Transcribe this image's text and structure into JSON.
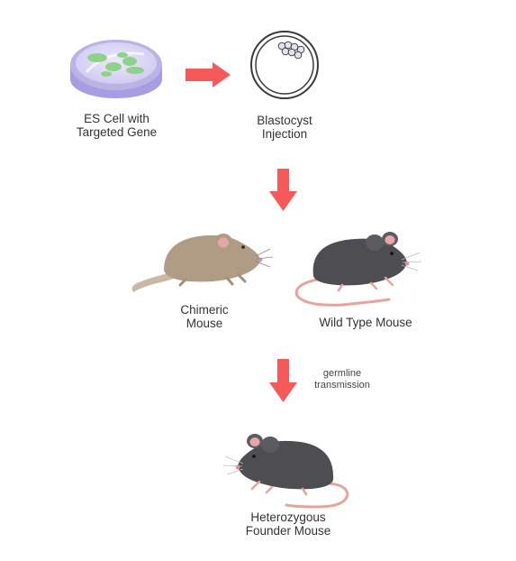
{
  "labels": {
    "es_cell": "ES Cell with\nTargeted Gene",
    "blastocyst": "Blastocyst\nInjection",
    "chimeric": "Chimeric\nMouse",
    "wild_type": "Wild Type Mouse",
    "germline": "germline\ntransmission",
    "founder": "Heterozygous\nFounder Mouse"
  },
  "colors": {
    "arrow": "#f45a5a",
    "dish": "#b9b3e6",
    "colony": "#8fd28a",
    "chimeric_fur": "#b09c84",
    "dark_fur": "#4d4d52",
    "tail": "#e8a3a0",
    "ear_inner": "#e7a7a9"
  },
  "icons": [
    "petri-dish-icon",
    "blastocyst-icon",
    "chimeric-mouse-icon",
    "wild-type-mouse-icon",
    "founder-mouse-icon",
    "arrow-icon"
  ]
}
